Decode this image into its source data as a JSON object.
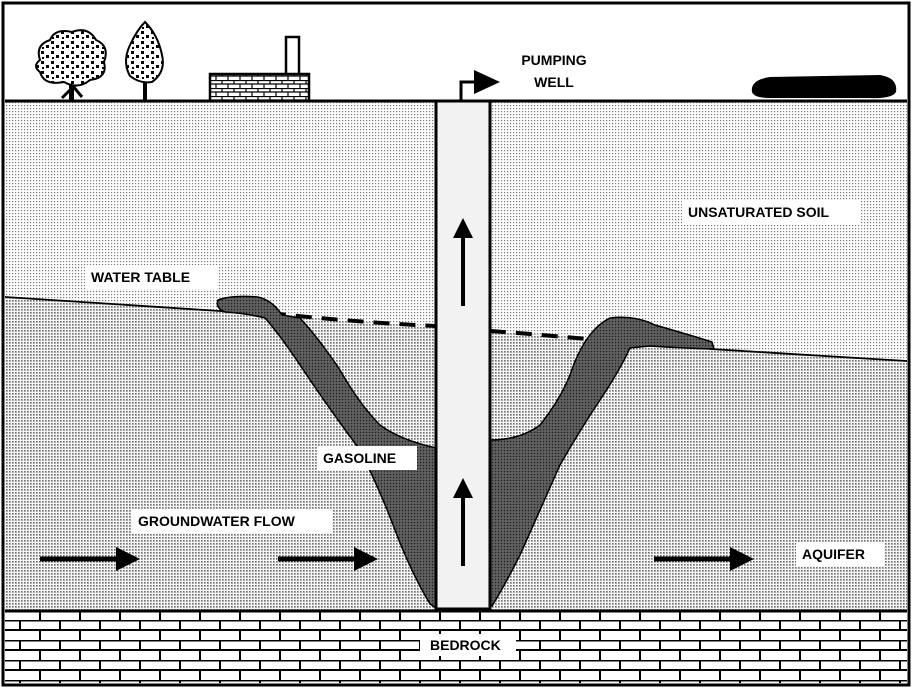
{
  "labels": {
    "pumping_well_line1": "PUMPING",
    "pumping_well_line2": "WELL",
    "unsaturated_soil": "UNSATURATED SOIL",
    "water_table": "WATER TABLE",
    "gasoline": "GASOLINE",
    "groundwater_flow": "GROUNDWATER FLOW",
    "aquifer": "AQUIFER",
    "bedrock": "BEDROCK"
  },
  "colors": {
    "ink": "#000000",
    "paper": "#ffffff",
    "soil_dot": "#7a7a7a",
    "gasoline_fill": "#555555",
    "well_fill": "#f2f2f2"
  }
}
